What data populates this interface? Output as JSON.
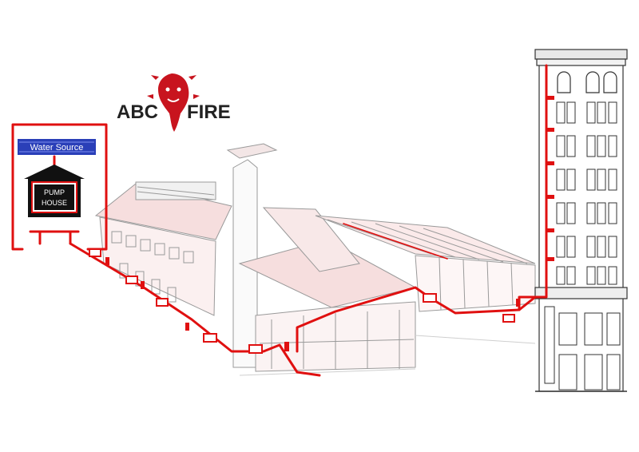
{
  "brand": {
    "left": "ABC",
    "right": "FIRE"
  },
  "labels": {
    "water_source": "Water Source",
    "pump_line1": "PUMP",
    "pump_line2": "HOUSE"
  },
  "colors": {
    "pipe": "#e01010",
    "sketch": "#9a9a9a",
    "pink_fill": "#f6dede",
    "water_blue": "#2a3fb8",
    "pump_house": "#111111",
    "brand_text": "#222222"
  },
  "icons": [
    "lion-head-icon",
    "fire-extinguisher-icon",
    "hose-cabinet-icon",
    "sprinkler-head-icon"
  ]
}
